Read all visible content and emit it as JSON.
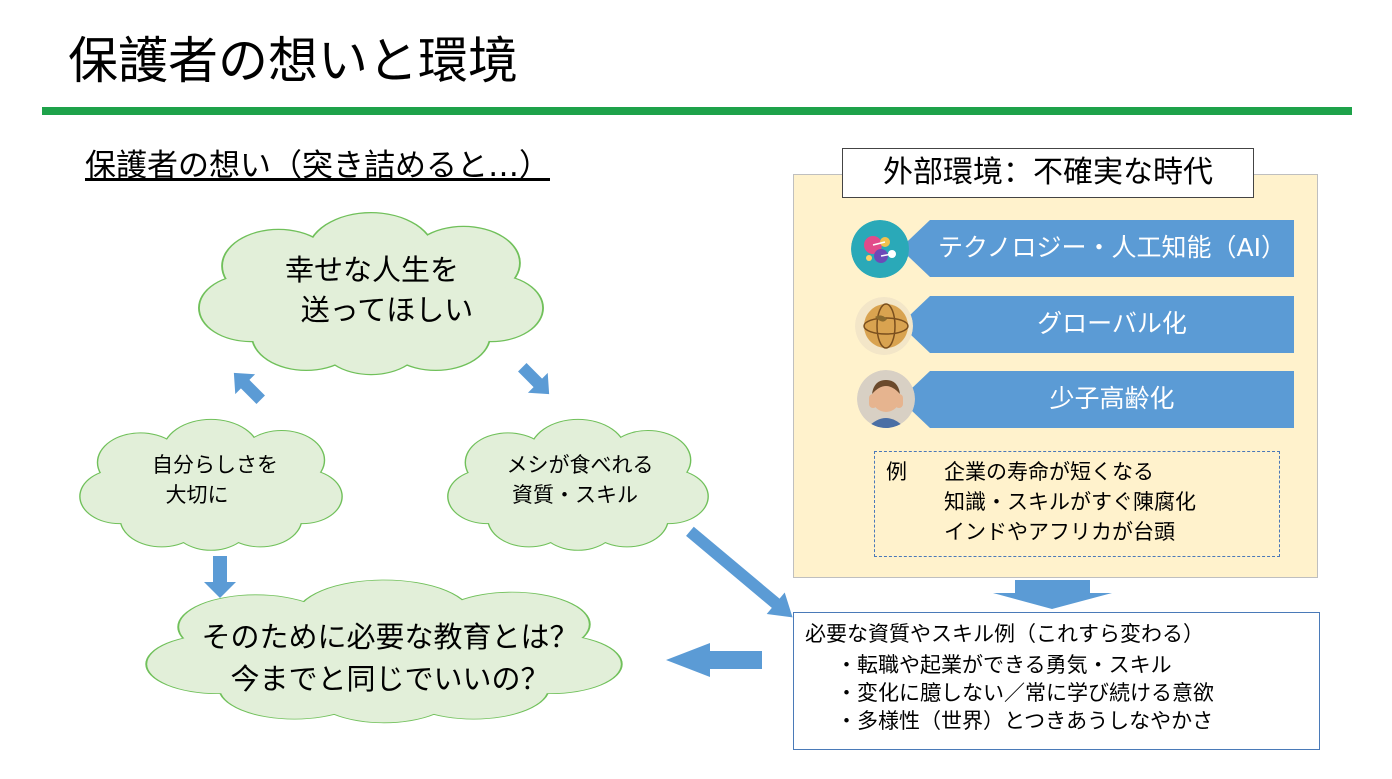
{
  "slide": {
    "title": "保護者の想いと環境",
    "subtitle": "保護者の想い（突き詰めると…）"
  },
  "clouds": {
    "top": {
      "line1": "幸せな人生を",
      "line2": "送ってほしい"
    },
    "left": {
      "line1": "自分らしさを",
      "line2": "大切に"
    },
    "right": {
      "line1": "メシが食べれる",
      "line2": "資質・スキル"
    },
    "bottom": {
      "line1": "そのために必要な教育とは？",
      "line2": "今までと同じでいいの？"
    }
  },
  "environment": {
    "header": "外部環境：不確実な時代",
    "trends": [
      {
        "label": "テクノロジー・人工知能（AI）",
        "icon": "ai-technology-icon"
      },
      {
        "label": "グローバル化",
        "icon": "globe-icon"
      },
      {
        "label": "少子高齢化",
        "icon": "child-photo-icon"
      }
    ],
    "example_label": "例",
    "examples": [
      "企業の寿命が短くなる",
      "知識・スキルがすぐ陳腐化",
      "インドやアフリカが台頭"
    ]
  },
  "result": {
    "heading": "必要な資質やスキル例（これすら変わる）",
    "items": [
      "・転職や起業ができる勇気・スキル",
      "・変化に臆しない／常に学び続ける意欲",
      "・多様性（世界）とつきあうしなやかさ"
    ]
  },
  "colors": {
    "accent_green": "#1ea24a",
    "cloud_fill": "#e2efd9",
    "cloud_stroke": "#70c05a",
    "arrow_blue": "#5b9bd5",
    "env_bg": "#fff2cc"
  }
}
